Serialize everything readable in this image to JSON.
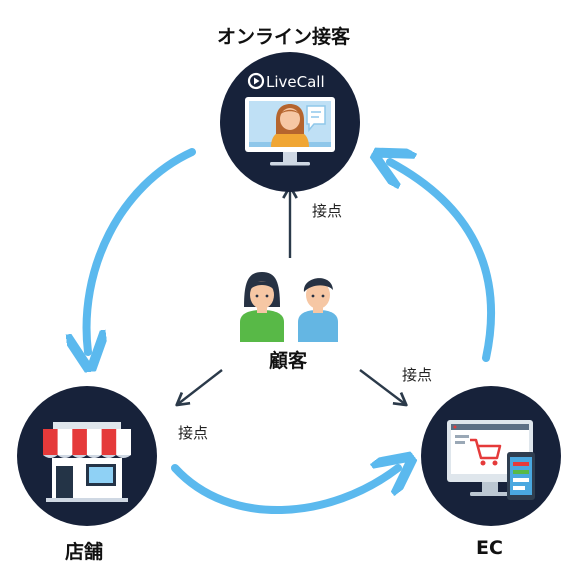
{
  "labels": {
    "online": "オンライン接客",
    "store": "店舗",
    "ec": "EC",
    "customer": "顧客",
    "touch_top": "接点",
    "touch_left": "接点",
    "touch_right": "接点",
    "brand": "LiveCall"
  },
  "colors": {
    "circle": "#17223a",
    "cycle_arrow": "#5bb9ee",
    "touch_arrow": "#2b3a4a",
    "awning_red": "#e53a3a",
    "woman_shirt": "#58b947",
    "man_shirt": "#64b6e3"
  }
}
